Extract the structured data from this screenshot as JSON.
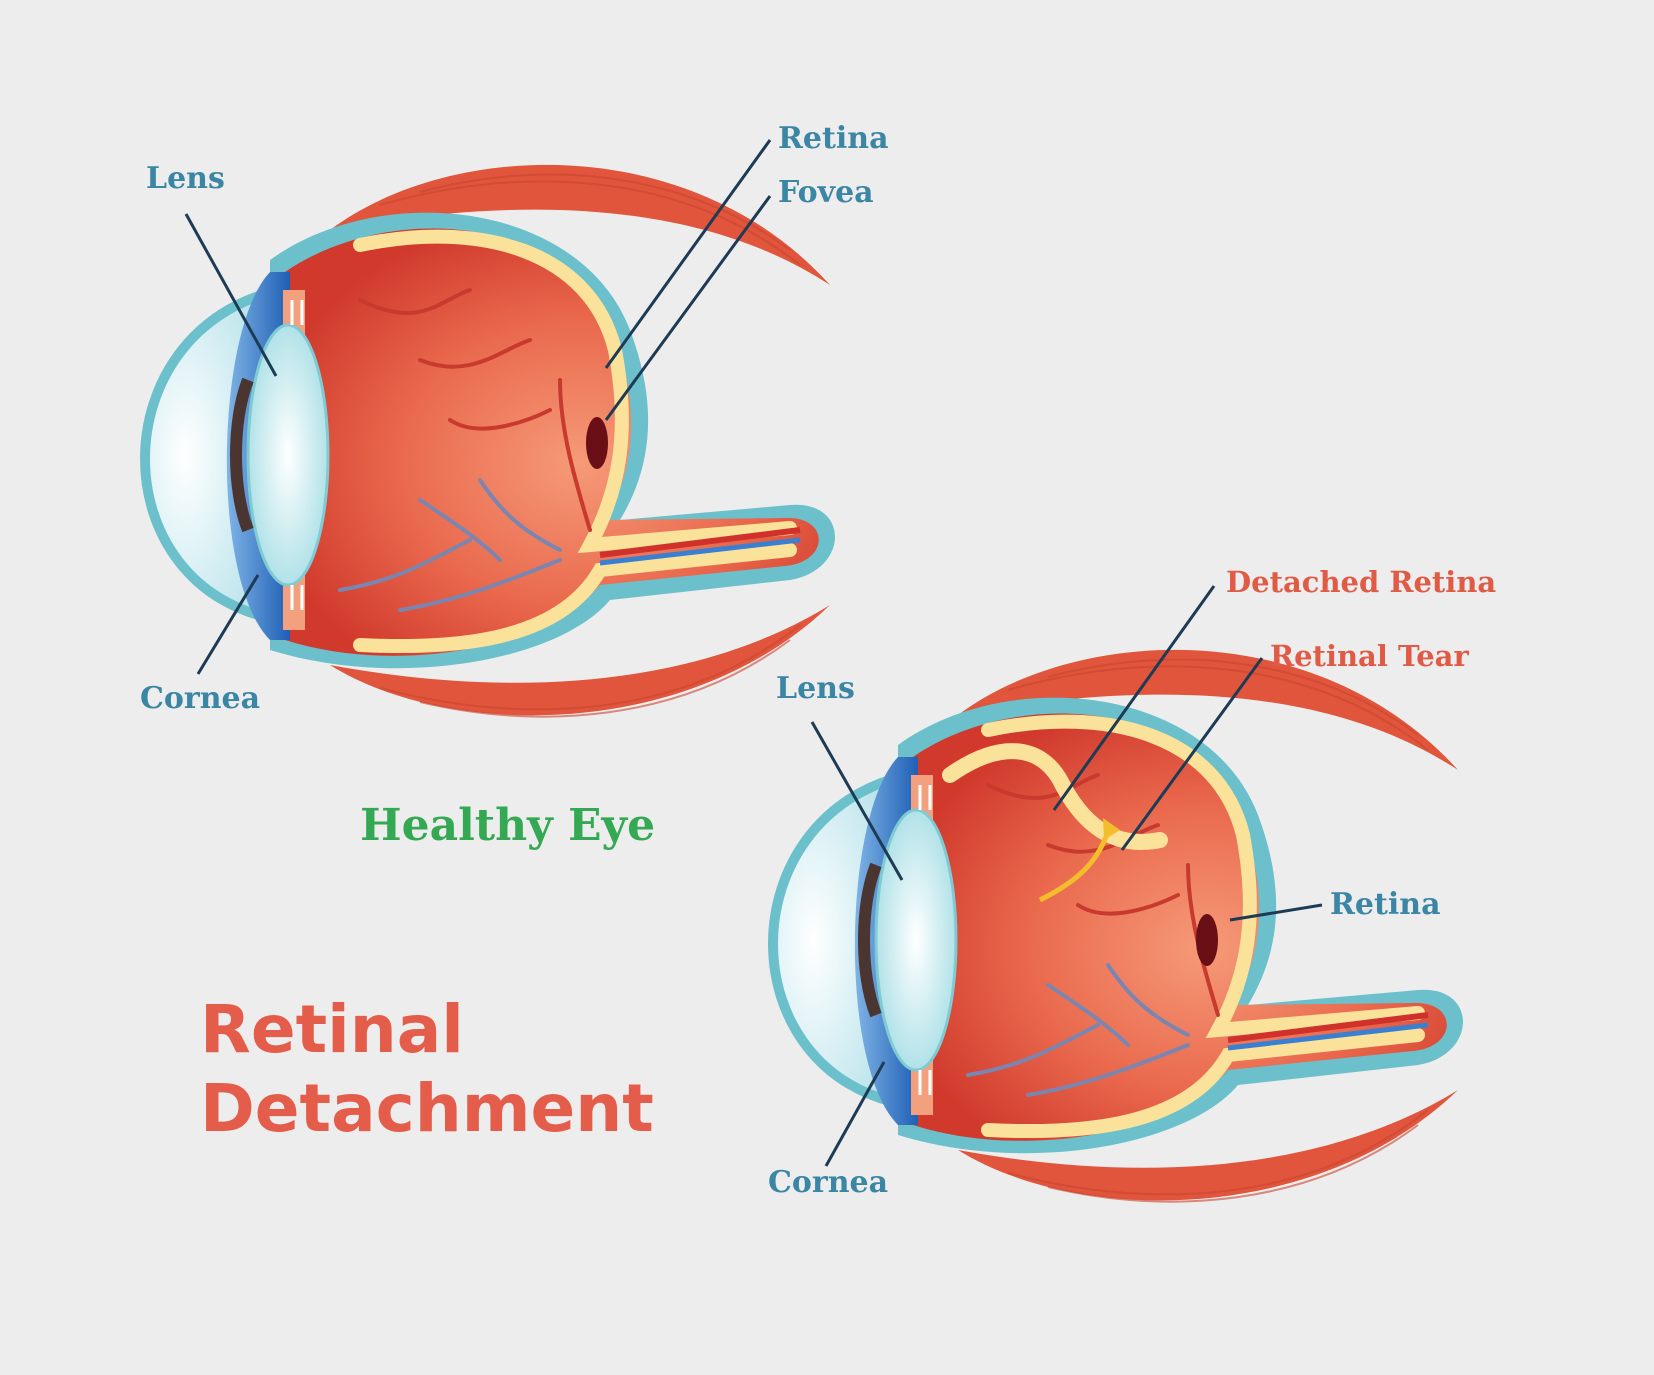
{
  "healthy_eye": {
    "lens_label": "Lens",
    "cornea_label": "Cornea",
    "retina_label": "Retina",
    "fovea_label": "Fovea",
    "caption": "Healthy Eye"
  },
  "detached_eye": {
    "lens_label": "Lens",
    "cornea_label": "Cornea",
    "retina_label": "Retina",
    "detached_retina_label": "Detached Retina",
    "retinal_tear_label": "Retinal Tear"
  },
  "title": {
    "line1": "Retinal",
    "line2": "Detachment"
  },
  "colors": {
    "background": "#ededed",
    "label_blue": "#3a86a4",
    "label_red": "#e05b45",
    "healthy_green": "#34a853",
    "title_red": "#e45d4b",
    "muscle": "#e0553b",
    "eyeball": "#e8553f",
    "sclera_outline": "#6cc0cc",
    "retina_yellow": "#fbe29a",
    "cornea_blue": "#2e6fc4"
  }
}
